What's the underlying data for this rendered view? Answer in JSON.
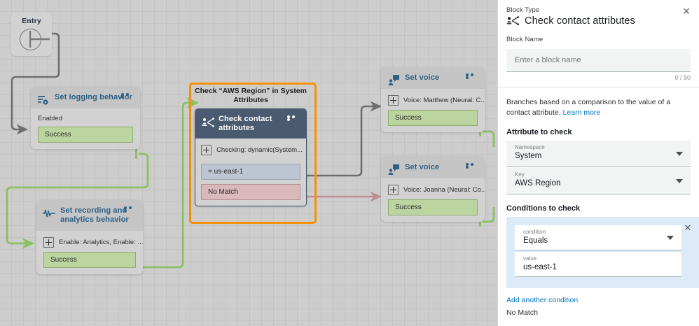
{
  "canvas": {
    "entry": {
      "label": "Entry",
      "icon": "entry-circle-icon"
    },
    "blocks": [
      {
        "id": "set-logging-behavior",
        "title": "Set logging behavior",
        "icon": "logging-settings-icon",
        "menu_icon": "more-options-icon",
        "body_row": "Enabled",
        "branches": [
          {
            "label": "Success",
            "type": "success"
          }
        ]
      },
      {
        "id": "set-recording-analytics-behavior",
        "title": "Set recording and analytics behavior",
        "icon": "waveform-icon",
        "menu_icon": "more-options-icon",
        "body_row": "Enable: Analytics, Enable: ...",
        "branches": [
          {
            "label": "Success",
            "type": "success"
          }
        ]
      },
      {
        "id": "set-voice-matthew",
        "title": "Set voice",
        "icon": "person-speech-bubble-icon",
        "menu_icon": "more-options-icon",
        "body_row": "Voice: Matthew (Neural: C...",
        "branches": [
          {
            "label": "Success",
            "type": "success"
          }
        ]
      },
      {
        "id": "set-voice-joanna",
        "title": "Set voice",
        "icon": "person-speech-bubble-icon",
        "menu_icon": "more-options-icon",
        "body_row": "Voice: Joanna (Neural: Co...",
        "branches": [
          {
            "label": "Success",
            "type": "success"
          }
        ]
      }
    ],
    "selected_block": {
      "caption": "Check “AWS Region” in System Attributes",
      "title": "Check contact attributes",
      "icon": "check-contact-attributes-icon",
      "menu_icon": "more-options-icon",
      "body_row": "Checking: dynamic(System...",
      "branches": [
        {
          "label": "= us-east-1",
          "type": "match"
        },
        {
          "label": "No Match",
          "type": "nomatch"
        }
      ],
      "highlight_color": "#f79000"
    },
    "colors": {
      "background": "#cdcdcd",
      "grid_line": "#c4c4c4",
      "block_body": "#d2d2d2",
      "block_header": "#c5c5c5",
      "selected_header": "#4a5a70",
      "title_blue": "#2b6087",
      "success_green": "#bcd4a0",
      "match_blue": "#bcc5d1",
      "nomatch_red": "#d9b9bc",
      "wire_gray": "#6e6e6e",
      "wire_green": "#8cc063",
      "wire_red": "#c08e96"
    }
  },
  "panel": {
    "close_icon": "close-icon",
    "block_type_label": "Block Type",
    "block_type_name": "Check contact attributes",
    "block_type_icon": "check-contact-attributes-icon",
    "block_name_label": "Block Name",
    "block_name_value": "",
    "block_name_placeholder": "Enter a block name",
    "char_count": "0 / 50",
    "description": "Branches based on a comparison to the value of a contact attribute.",
    "learn_more": "Learn more",
    "attribute_section": "Attribute to check",
    "namespace": {
      "label": "Namespace",
      "value": "System",
      "icon": "chevron-down-icon"
    },
    "key": {
      "label": "Key",
      "value": "AWS Region",
      "icon": "chevron-down-icon"
    },
    "conditions_section": "Conditions to check",
    "condition_card": {
      "close_icon": "close-icon",
      "condition": {
        "label": "condition",
        "value": "Equals",
        "icon": "chevron-down-icon"
      },
      "value": {
        "label": "value",
        "value": "us-east-1"
      }
    },
    "add_another_condition": "Add another condition",
    "no_match": "No Match",
    "colors": {
      "link": "#0073bb",
      "card": "#ddeaf7",
      "field": "#f2f3f3"
    }
  }
}
